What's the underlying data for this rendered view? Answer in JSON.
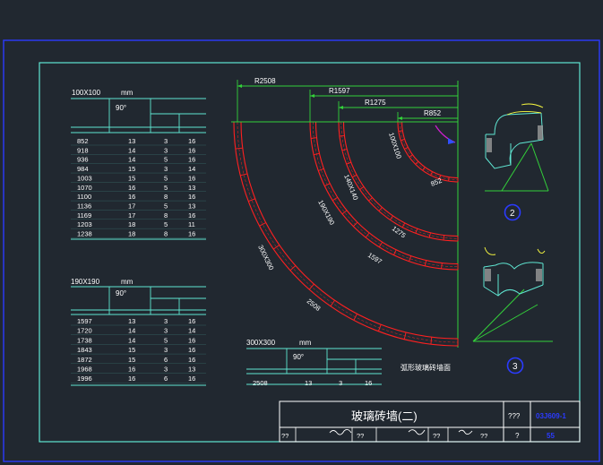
{
  "colors": {
    "background": "#212830",
    "outer_frame": "#2b3bff",
    "inner_frame": "#5fe6d2",
    "table_lines": "#5fe6d2",
    "dimension": "#33d13a",
    "brick": "#ff2020",
    "text": "#ffffff",
    "callout": "#2b3bff"
  },
  "tables": [
    {
      "title": "100X100",
      "unit": "mm",
      "angle": "90°",
      "rows": [
        [
          "852",
          "13",
          "3",
          "16"
        ],
        [
          "918",
          "14",
          "3",
          "16"
        ],
        [
          "936",
          "14",
          "5",
          "16"
        ],
        [
          "984",
          "15",
          "3",
          "14"
        ],
        [
          "1003",
          "15",
          "5",
          "16"
        ],
        [
          "1070",
          "16",
          "5",
          "13"
        ],
        [
          "1100",
          "16",
          "8",
          "16"
        ],
        [
          "1136",
          "17",
          "5",
          "13"
        ],
        [
          "1169",
          "17",
          "8",
          "16"
        ],
        [
          "1203",
          "18",
          "5",
          "11"
        ],
        [
          "1238",
          "18",
          "8",
          "16"
        ]
      ]
    },
    {
      "title": "190X190",
      "unit": "mm",
      "angle": "90°",
      "rows": [
        [
          "1597",
          "13",
          "3",
          "16"
        ],
        [
          "1720",
          "14",
          "3",
          "14"
        ],
        [
          "1738",
          "14",
          "5",
          "16"
        ],
        [
          "1843",
          "15",
          "3",
          "16"
        ],
        [
          "1872",
          "15",
          "6",
          "16"
        ],
        [
          "1968",
          "16",
          "3",
          "13"
        ],
        [
          "1996",
          "16",
          "6",
          "16"
        ]
      ]
    },
    {
      "title": "300X300",
      "unit": "mm",
      "angle": "90°",
      "rows": [
        [
          "2508",
          "13",
          "3",
          "16"
        ]
      ]
    }
  ],
  "arcs": {
    "dimensions": [
      "R2508",
      "R1597",
      "R1275",
      "R852"
    ],
    "arc_values": [
      "852",
      "1275",
      "1597",
      "2508"
    ],
    "brick_sizes": [
      "100X100",
      "140X140",
      "190X190",
      "300X300"
    ],
    "caption": "弧形玻璃砖墙面"
  },
  "callouts": [
    "2",
    "3"
  ],
  "title_block": {
    "title": "玻璃砖墙(二)",
    "atlas_label": "???",
    "atlas_no": "03J609-1",
    "page_label": "?",
    "page_no": "55",
    "row_cells": [
      "??",
      "??",
      "??",
      "??"
    ]
  }
}
